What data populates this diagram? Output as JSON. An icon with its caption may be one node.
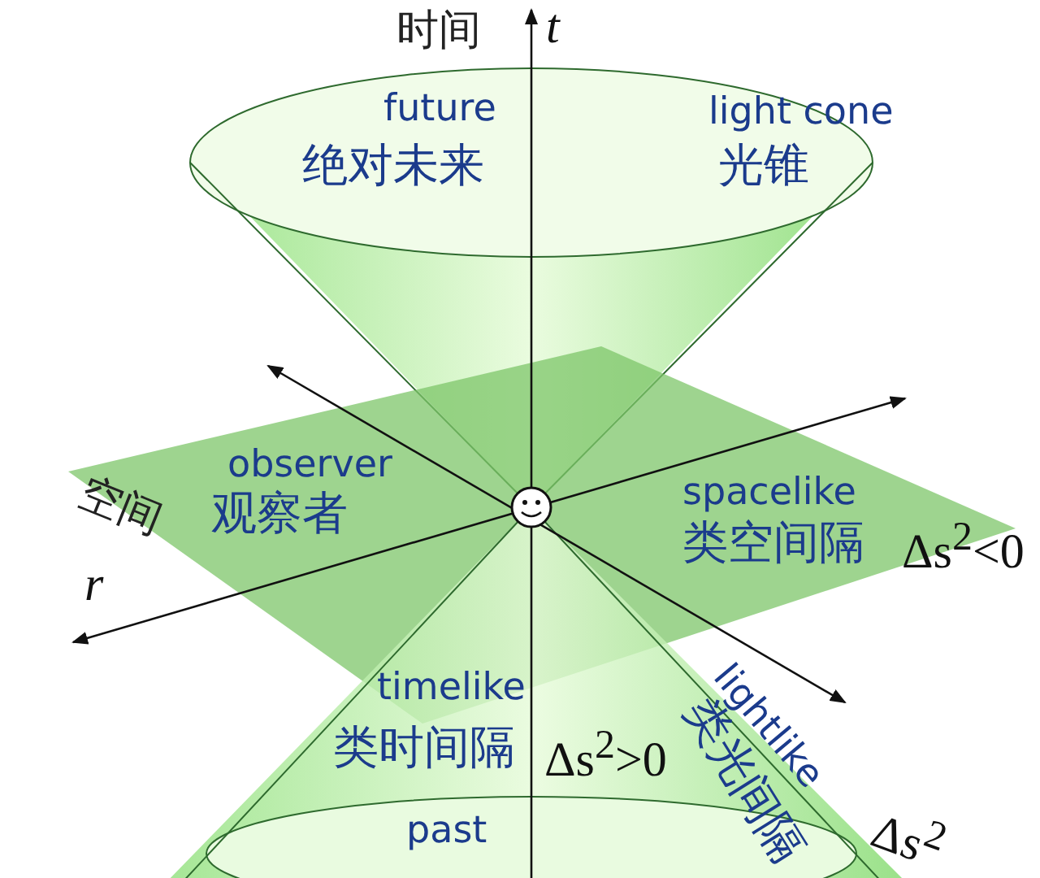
{
  "diagram": {
    "labels": [
      "时间",
      "t",
      "future",
      "light cone",
      "绝对未来",
      "光锥",
      "observer",
      "spacelike",
      "空间",
      "观察者",
      "类空间隔",
      "Δs$^{2}$<0",
      "r",
      "lightlike",
      "类光间隔",
      "timelike",
      "类时间隔",
      "Δs$^{2}$>0",
      "past",
      "Δs$^{2}$"
    ]
  }
}
